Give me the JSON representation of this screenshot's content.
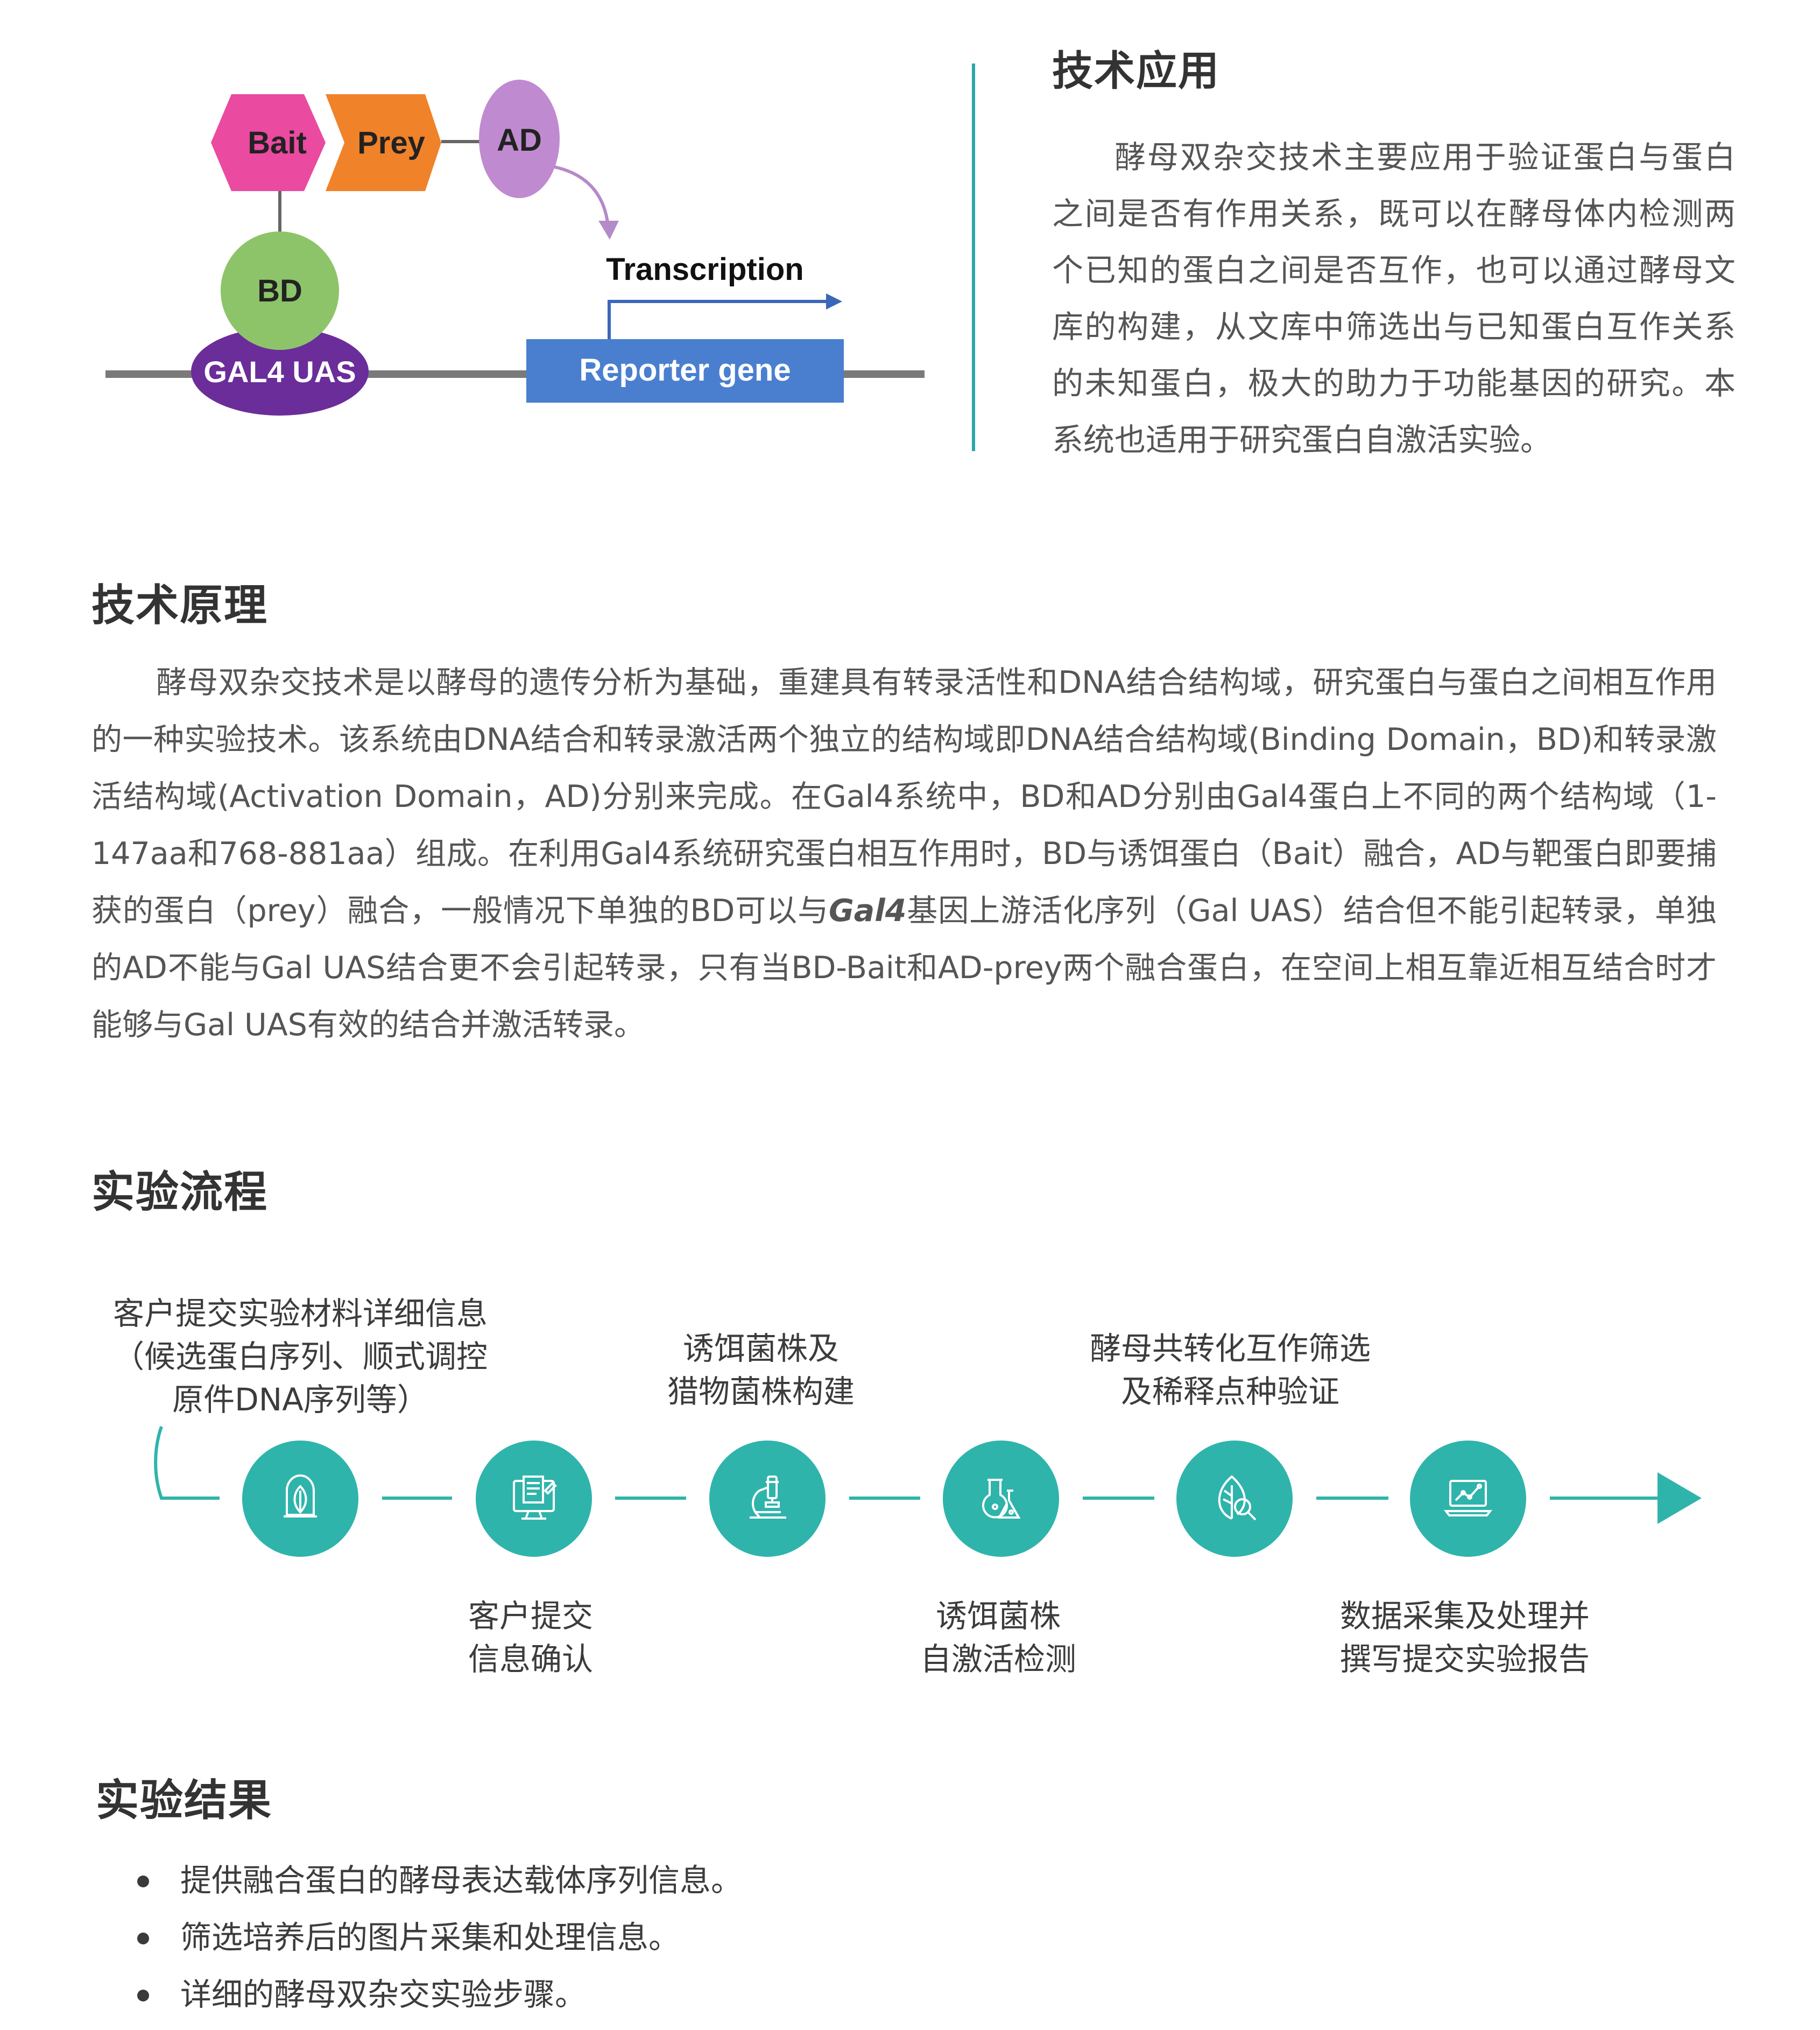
{
  "diagram": {
    "bait": "Bait",
    "prey": "Prey",
    "ad": "AD",
    "bd": "BD",
    "uas": "GAL4 UAS",
    "transcription": "Transcription",
    "reporter": "Reporter gene",
    "colors": {
      "bait": "#ea4aa0",
      "prey": "#f0822a",
      "ad": "#c08ad0",
      "bd": "#8dc46a",
      "uas": "#6b2d9a",
      "reporter": "#4a7fd0",
      "arrow": "#3a67b8"
    }
  },
  "application": {
    "title": "技术应用",
    "body": "酵母双杂交技术主要应用于验证蛋白与蛋白之间是否有作用关系，既可以在酵母体内检测两个已知的蛋白之间是否互作，也可以通过酵母文库的构建，从文库中筛选出与已知蛋白互作关系的未知蛋白，极大的助力于功能基因的研究。本系统也适用于研究蛋白自激活实验。"
  },
  "principle": {
    "title": "技术原理",
    "body_part1": "酵母双杂交技术是以酵母的遗传分析为基础，重建具有转录活性和DNA结合结构域，研究蛋白与蛋白之间相互作用的一种实验技术。该系统由DNA结合和转录激活两个独立的结构域即DNA结合结构域(Binding  Domain，BD)和转录激活结构域(Activation  Domain，AD)分别来完成。在Gal4系统中，BD和AD分别由Gal4蛋白上不同的两个结构域（1-147aa和768-881aa）组成。在利用Gal4系统研究蛋白相互作用时，BD与诱饵蛋白（Bait）融合，AD与靶蛋白即要捕获的蛋白（prey）融合，一般情况下单独的BD可以与",
    "body_italic": "Gal4",
    "body_part2": "基因上游活化序列（Gal  UAS）结合但不能引起转录，单独的AD不能与Gal UAS结合更不会引起转录，只有当BD-Bait和AD-prey两个融合蛋白，在空间上相互靠近相互结合时才能够与Gal UAS有效的结合并激活转录。"
  },
  "workflow": {
    "title": "实验流程",
    "accent": "#2fb4ab",
    "steps": [
      {
        "icon": "plant-dome-icon",
        "label_lines": [
          "客户提交实验材料详细信息",
          "（候选蛋白序列、顺式调控",
          "原件DNA序列等）"
        ]
      },
      {
        "icon": "document-screen-icon",
        "label_lines": [
          "客户提交",
          "信息确认"
        ]
      },
      {
        "icon": "microscope-icon",
        "label_lines": [
          "诱饵菌株及",
          "猎物菌株构建"
        ]
      },
      {
        "icon": "flasks-icon",
        "label_lines": [
          "诱饵菌株",
          "自激活检测"
        ]
      },
      {
        "icon": "leaf-magnifier-icon",
        "label_lines": [
          "酵母共转化互作筛选",
          "及稀释点种验证"
        ]
      },
      {
        "icon": "laptop-chart-icon",
        "label_lines": [
          "数据采集及处理并",
          "撰写提交实验报告"
        ]
      }
    ]
  },
  "results": {
    "title": "实验结果",
    "items": [
      "提供融合蛋白的酵母表达载体序列信息。",
      "筛选培养后的图片采集和处理信息。",
      "详细的酵母双杂交实验步骤。"
    ]
  }
}
